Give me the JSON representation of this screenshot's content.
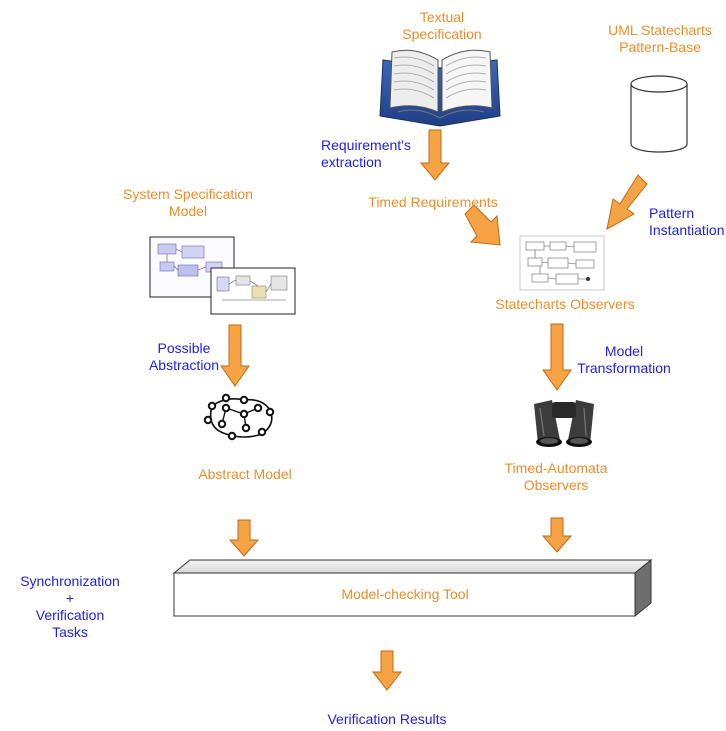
{
  "colors": {
    "node_label": "#F28C28",
    "edge_label": "#1E1EE6",
    "arrow_fill": "#F5A345",
    "arrow_stroke": "#C26A12",
    "tool_box_fill": "#FFFFFF",
    "tool_box_side": "#6E6E6E"
  },
  "nodes": {
    "textual_spec": "Textual\nSpecification",
    "uml_pattern_base": "UML Statecharts\nPattern-Base",
    "system_spec_model": "System Specification\nModel",
    "timed_requirements": "Timed Requirements",
    "statecharts_observers": "Statecharts Observers",
    "abstract_model": "Abstract Model",
    "ta_observers": "Timed-Automata\nObservers",
    "model_checking_tool": "Model-checking Tool",
    "verification_results": "Verification Results"
  },
  "edges": {
    "requirements_extraction": "Requirement's\nextraction",
    "pattern_instantiation": "Pattern\nInstantiation",
    "possible_abstraction": "Possible\nAbstraction",
    "model_transformation": "Model\nTransformation",
    "sync_verification": "Synchronization\n+\nVerification\nTasks"
  },
  "icons": {
    "book": "open-book-icon",
    "database": "cylinder-database-icon",
    "system_model": "model-screenshots-icon",
    "statechart": "statechart-thumbnail-icon",
    "abstract_graph": "graph-nodes-icon",
    "binoculars": "binoculars-icon"
  }
}
